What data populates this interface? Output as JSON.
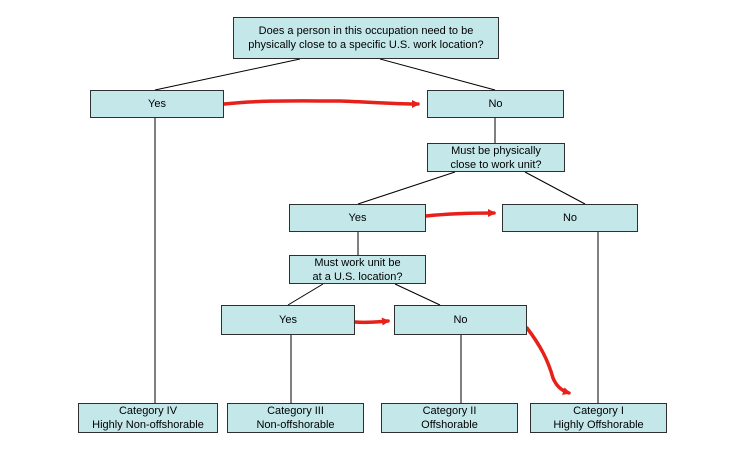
{
  "colors": {
    "box_fill": "#c4e8ea",
    "box_border": "#2f2f2f",
    "connector": "#000000",
    "highlight_arrow": "#e8201a"
  },
  "diagram": {
    "root_question": {
      "line1": "Does a person in this occupation need to be",
      "line2": "physically close to a specific U.S. work location?"
    },
    "level1": {
      "yes": "Yes",
      "no": "No"
    },
    "q2": {
      "line1": "Must be physically",
      "line2": "close to work unit?"
    },
    "level2": {
      "yes": "Yes",
      "no": "No"
    },
    "q3": {
      "line1": "Must work unit be",
      "line2": "at a U.S. location?"
    },
    "level3": {
      "yes": "Yes",
      "no": "No"
    },
    "categories": [
      {
        "name": "Category IV",
        "desc": "Highly Non-offshorable"
      },
      {
        "name": "Category III",
        "desc": "Non-offshorable"
      },
      {
        "name": "Category II",
        "desc": "Offshorable"
      },
      {
        "name": "Category I",
        "desc": "Highly Offshorable"
      }
    ]
  }
}
